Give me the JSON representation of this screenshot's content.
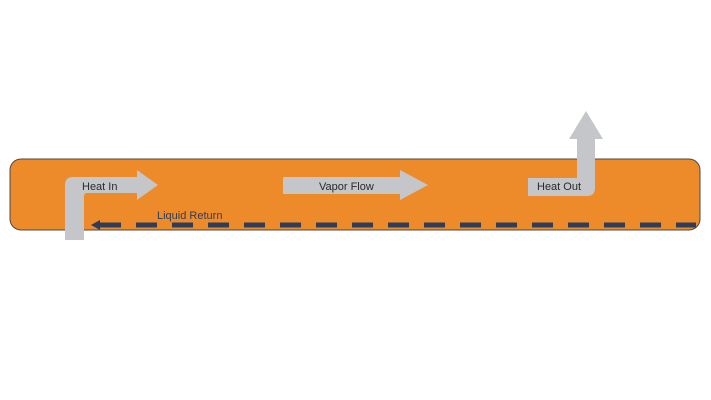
{
  "labels": {
    "heat_in": "Heat In",
    "vapor_flow": "Vapor Flow",
    "heat_out": "Heat Out",
    "liquid_return": "Liquid Return"
  },
  "colors": {
    "pipe_fill": "#ED8A2A",
    "pipe_stroke": "#4A4A4A",
    "arrow_fill": "#C4C6CA",
    "return_dash": "#2E3D5A",
    "arrow_text": "#2A2A2A",
    "return_text": "#2E3D5A"
  }
}
